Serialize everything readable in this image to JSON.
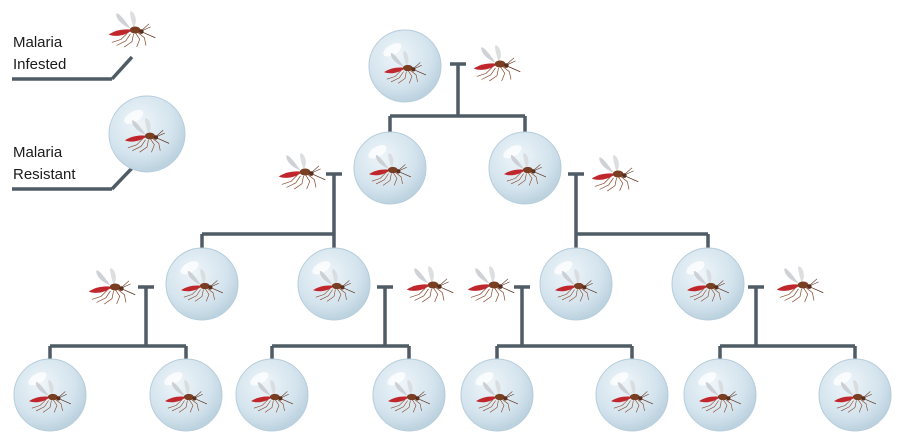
{
  "legend": {
    "infested": {
      "line1": "Malaria",
      "line2": "Infested"
    },
    "resistant": {
      "line1": "Malaria",
      "line2": "Resistant"
    }
  },
  "colors": {
    "connector": "#4f5b65",
    "bubble": "#cfe0ea",
    "mosquito_body": "#c0272d",
    "mosquito_head": "#6b3a26",
    "wing": "#c9ccd0"
  },
  "icons": [
    "mosquito-icon",
    "bubble-icon"
  ]
}
